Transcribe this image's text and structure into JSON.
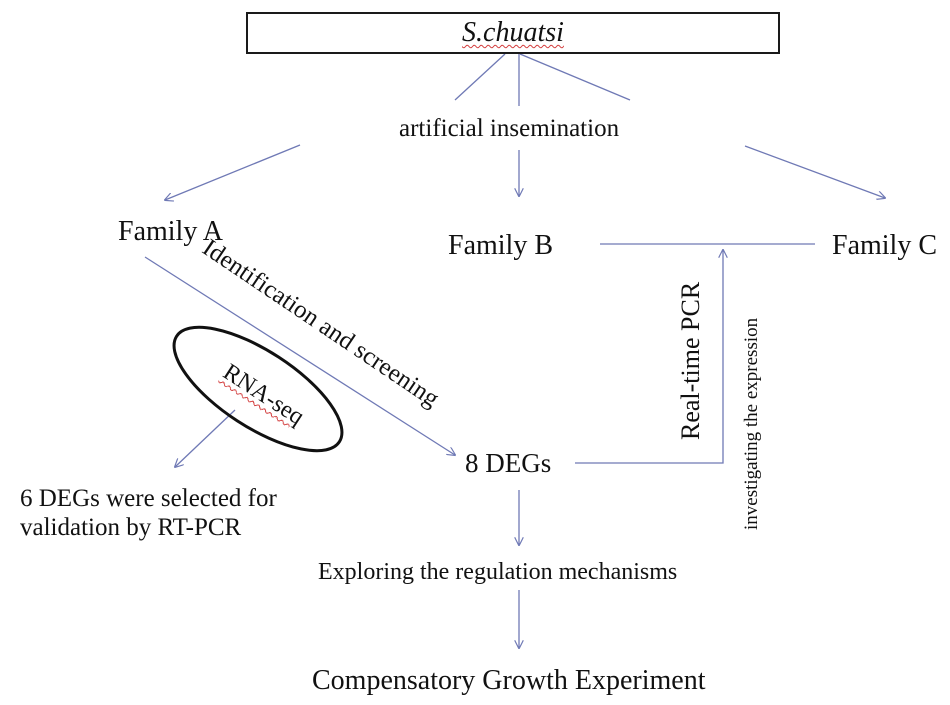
{
  "title": "S.chuatsi",
  "nodes": {
    "insemination": "artificial insemination",
    "family_a": "Family A",
    "family_b": "Family B",
    "family_c": "Family C",
    "identification": "Identification and screening",
    "rna_seq": "RNA-seq",
    "selected_line1": "6 DEGs were selected for",
    "selected_line2": "validation by RT-PCR",
    "degs": "8 DEGs",
    "realtime_pcr": "Real-time PCR",
    "investigating": "investigating  the expression",
    "exploring": "Exploring the regulation mechanisms",
    "experiment": "Compensatory Growth Experiment"
  },
  "colors": {
    "connector": "#6f79b5",
    "ellipse": "#111111",
    "box_border": "#1a1a1a",
    "spellcheck": "#d23b3b"
  }
}
